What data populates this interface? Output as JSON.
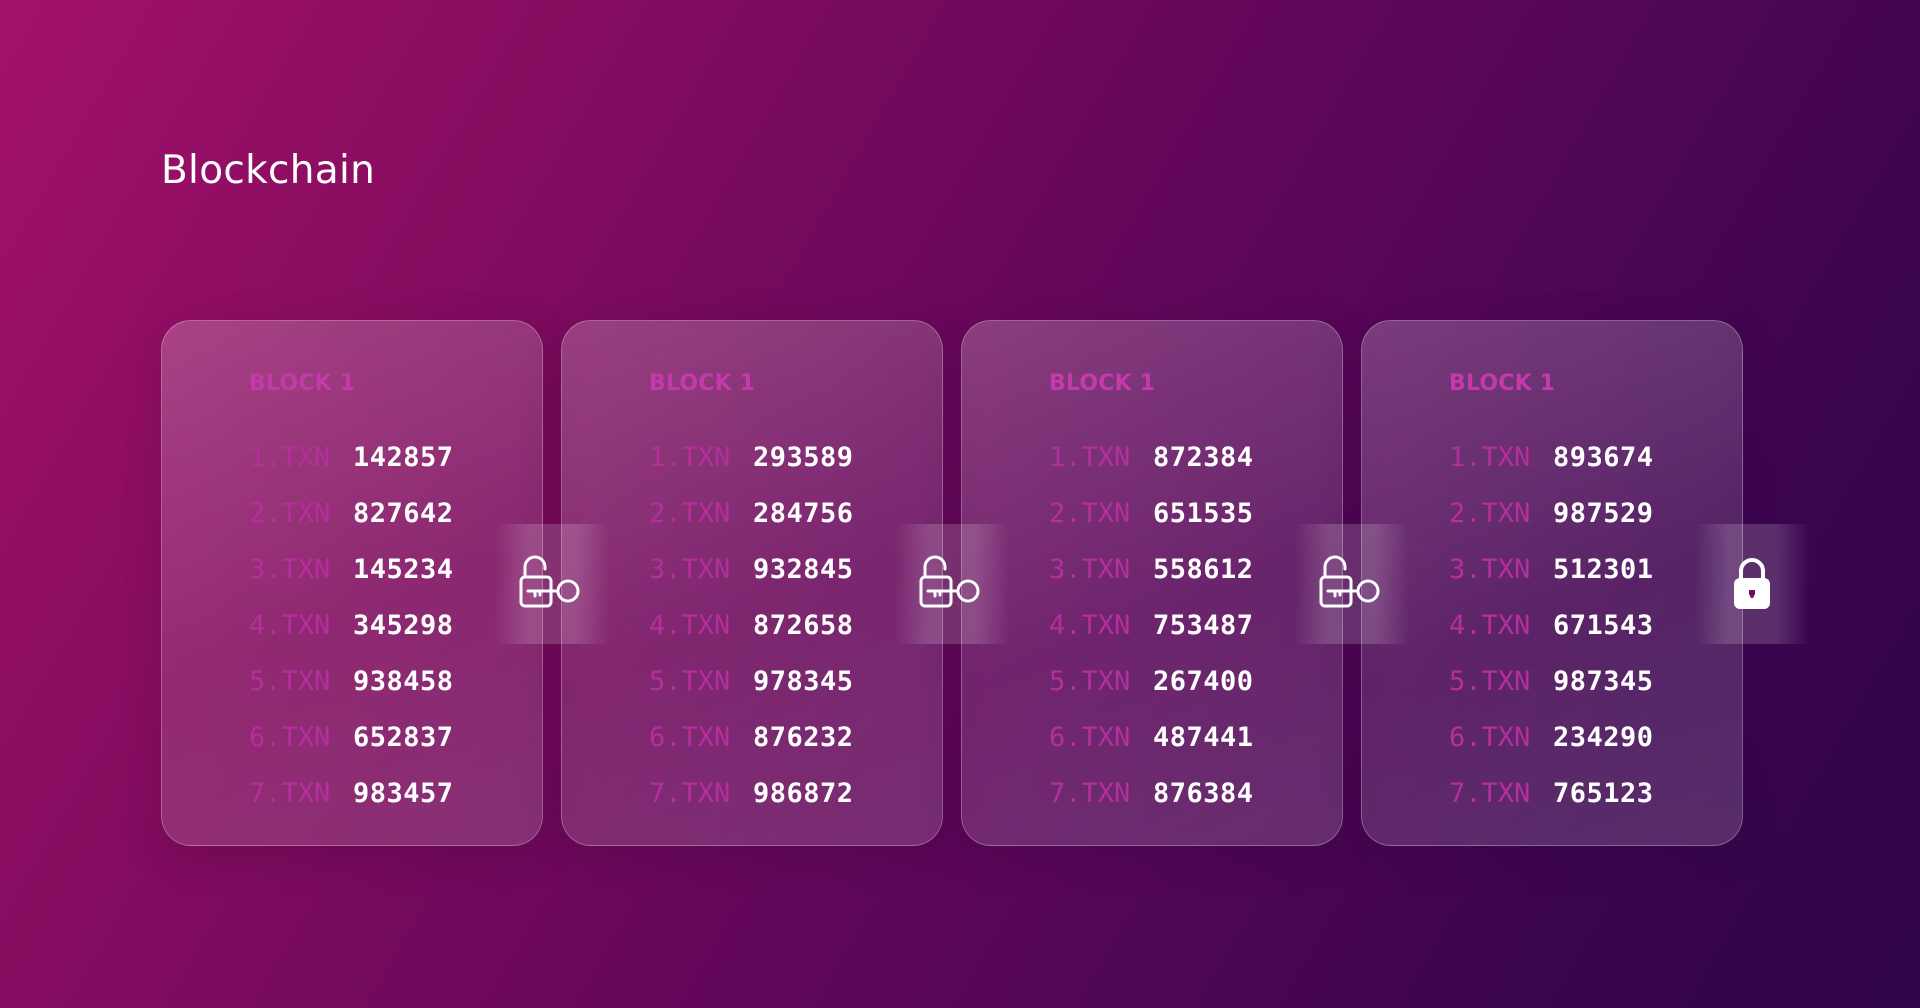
{
  "page": {
    "title": "Blockchain"
  },
  "colors": {
    "background_start": "#a3116a",
    "background_end": "#2f044a",
    "block_title": "#c43aaa",
    "txn_label": "#b52f9c",
    "txn_value": "#ffffff"
  },
  "blocks": [
    {
      "title": "BLOCK 1",
      "transactions": [
        {
          "label": "1.TXN",
          "value": "142857"
        },
        {
          "label": "2.TXN",
          "value": "827642"
        },
        {
          "label": "3.TXN",
          "value": "145234"
        },
        {
          "label": "4.TXN",
          "value": "345298"
        },
        {
          "label": "5.TXN",
          "value": "938458"
        },
        {
          "label": "6.TXN",
          "value": "652837"
        },
        {
          "label": "7.TXN",
          "value": "983457"
        }
      ]
    },
    {
      "title": "BLOCK 1",
      "transactions": [
        {
          "label": "1.TXN",
          "value": "293589"
        },
        {
          "label": "2.TXN",
          "value": "284756"
        },
        {
          "label": "3.TXN",
          "value": "932845"
        },
        {
          "label": "4.TXN",
          "value": "872658"
        },
        {
          "label": "5.TXN",
          "value": "978345"
        },
        {
          "label": "6.TXN",
          "value": "876232"
        },
        {
          "label": "7.TXN",
          "value": "986872"
        }
      ]
    },
    {
      "title": "BLOCK 1",
      "transactions": [
        {
          "label": "1.TXN",
          "value": "872384"
        },
        {
          "label": "2.TXN",
          "value": "651535"
        },
        {
          "label": "3.TXN",
          "value": "558612"
        },
        {
          "label": "4.TXN",
          "value": "753487"
        },
        {
          "label": "5.TXN",
          "value": "267400"
        },
        {
          "label": "6.TXN",
          "value": "487441"
        },
        {
          "label": "7.TXN",
          "value": "876384"
        }
      ]
    },
    {
      "title": "BLOCK 1",
      "transactions": [
        {
          "label": "1.TXN",
          "value": "893674"
        },
        {
          "label": "2.TXN",
          "value": "987529"
        },
        {
          "label": "3.TXN",
          "value": "512301"
        },
        {
          "label": "4.TXN",
          "value": "671543"
        },
        {
          "label": "5.TXN",
          "value": "987345"
        },
        {
          "label": "6.TXN",
          "value": "234290"
        },
        {
          "label": "7.TXN",
          "value": "765123"
        }
      ]
    }
  ],
  "connectors": [
    {
      "icon": "unlocked-padlock-key-icon"
    },
    {
      "icon": "unlocked-padlock-key-icon"
    },
    {
      "icon": "unlocked-padlock-key-icon"
    },
    {
      "icon": "locked-padlock-icon"
    }
  ]
}
